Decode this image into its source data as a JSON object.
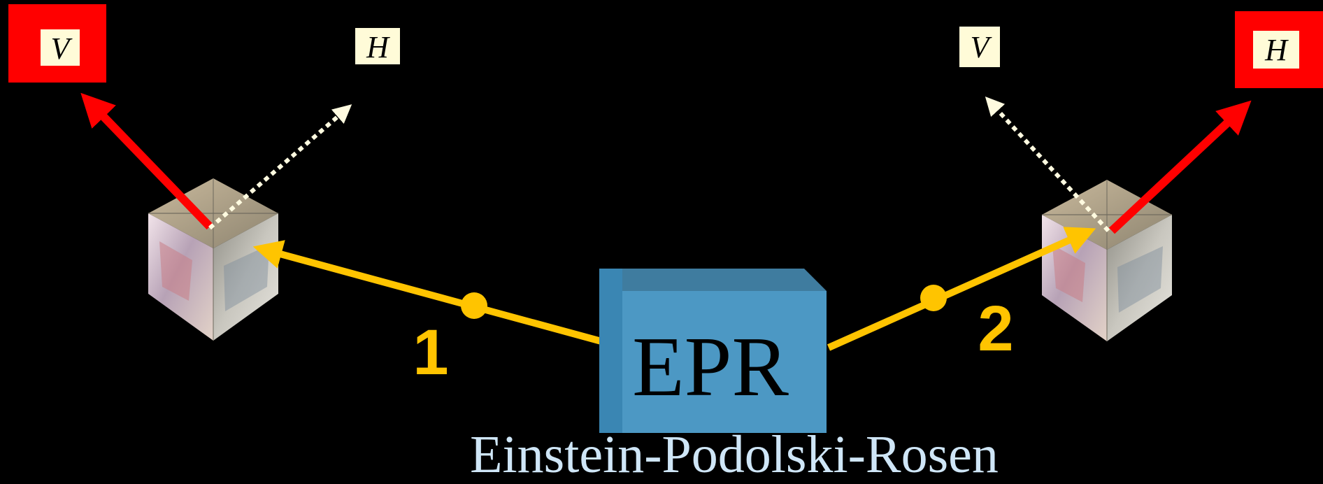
{
  "labels": {
    "left_v": "V",
    "left_h": "H",
    "right_v": "V",
    "right_h": "H"
  },
  "source": {
    "label": "EPR"
  },
  "photons": {
    "left_number": "1",
    "right_number": "2"
  },
  "caption": "Einstein-Podolski-Rosen",
  "colors": {
    "background": "#000000",
    "photon_beam": "#ffc400",
    "detected_output": "#ff0000",
    "undetected_output": "#fffbe0",
    "label_box": "#fffbd8",
    "detector_box": "#ff0000",
    "source_box": "#4c98c4",
    "caption_text": "#cfe6f7"
  }
}
